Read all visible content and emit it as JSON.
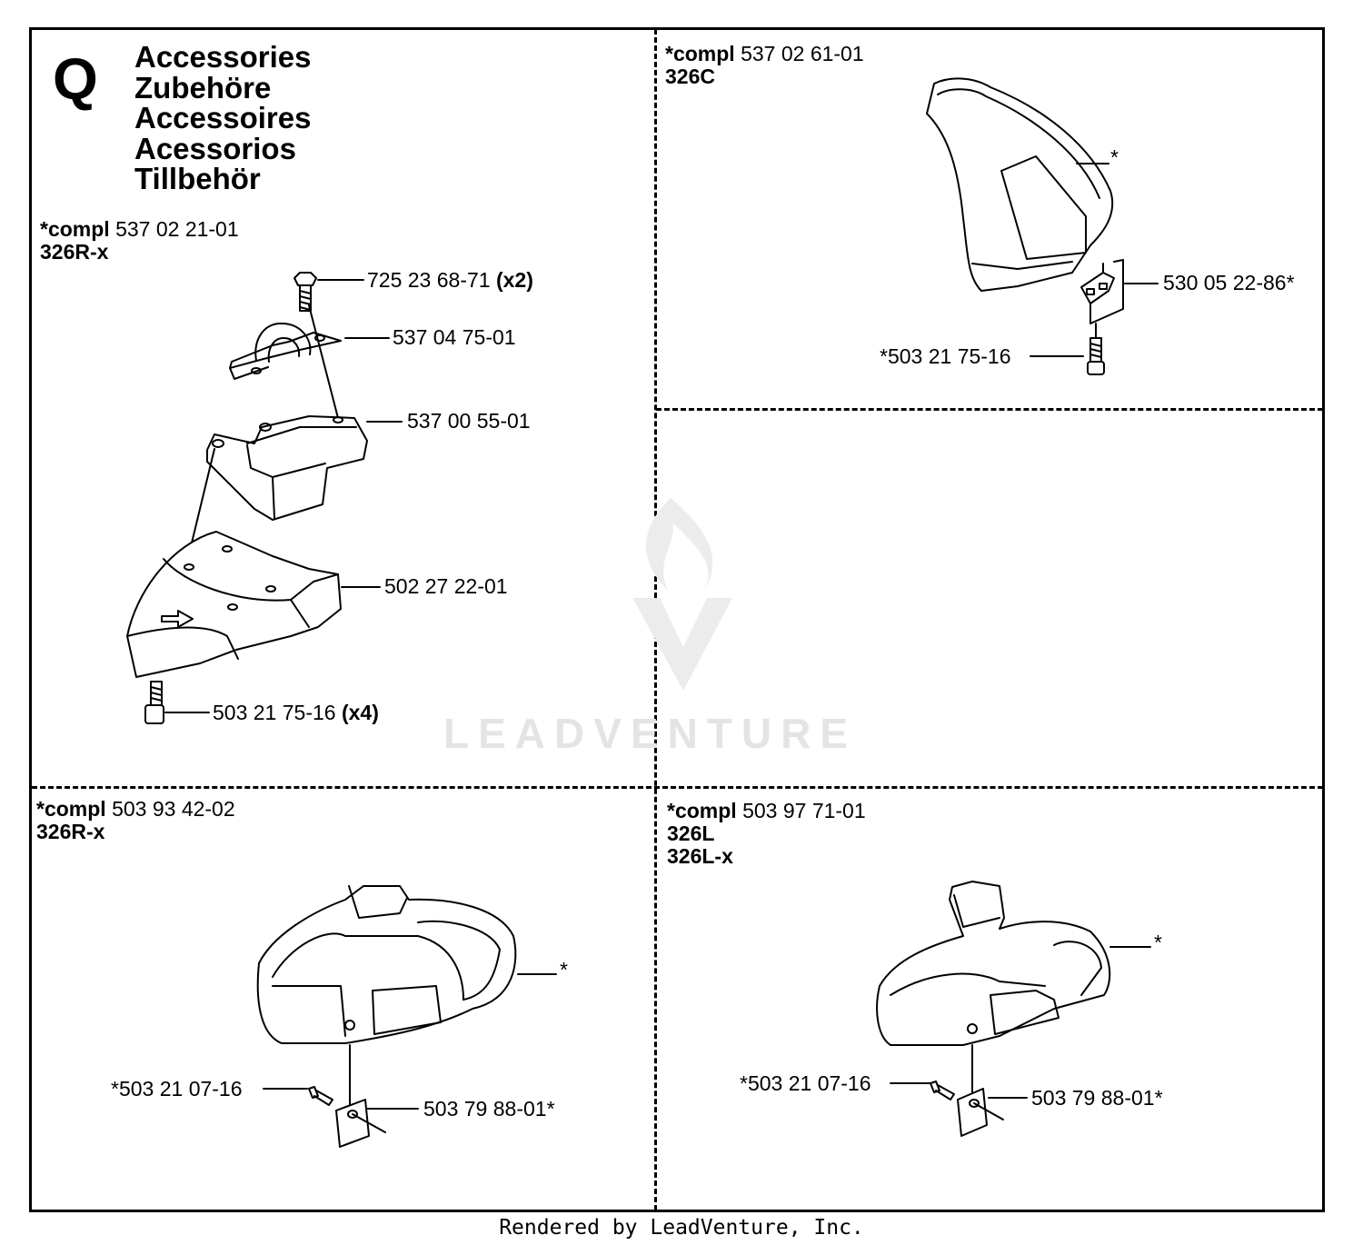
{
  "section": {
    "letter": "Q",
    "titles": [
      "Accessories",
      "Zubehöre",
      "Accessoires",
      "Acessorios",
      "Tillbehör"
    ]
  },
  "kits": [
    {
      "prefix": "*compl",
      "part": "537 02 21-01",
      "models": [
        "326R-x"
      ]
    },
    {
      "prefix": "*compl",
      "part": "537 02 61-01",
      "models": [
        "326C"
      ]
    },
    {
      "prefix": "*compl",
      "part": "503 93 42-02",
      "models": [
        "326R-x"
      ]
    },
    {
      "prefix": "*compl",
      "part": "503 97 71-01",
      "models": [
        "326L",
        "326L-x"
      ]
    }
  ],
  "callouts": {
    "k1_bolt": {
      "part": "725 23 68-71",
      "qty": "(x2)"
    },
    "k1_clamp": {
      "part": "537 04 75-01"
    },
    "k1_holder": {
      "part": "537 00 55-01"
    },
    "k1_guard": {
      "part": "502 27 22-01"
    },
    "k1_screw": {
      "part": "503 21 75-16",
      "qty": "(x4)"
    },
    "k2_star": {
      "part": "*"
    },
    "k2_bracket": {
      "part": "530 05 22-86*"
    },
    "k2_screw": {
      "part": "*503 21 75-16"
    },
    "k3_star": {
      "part": "*"
    },
    "k3_screw": {
      "part": "*503 21 07-16"
    },
    "k3_plate": {
      "part": "503 79 88-01*"
    },
    "k4_star": {
      "part": "*"
    },
    "k4_screw": {
      "part": "*503 21 07-16"
    },
    "k4_plate": {
      "part": "503 79 88-01*"
    }
  },
  "icons": {
    "watermark_logo": "leadventure-flame-logo-icon",
    "k1_arrow": "direction-arrow-icon"
  },
  "watermark": "LEADVENTURE",
  "footer": "Rendered by LeadVenture, Inc."
}
